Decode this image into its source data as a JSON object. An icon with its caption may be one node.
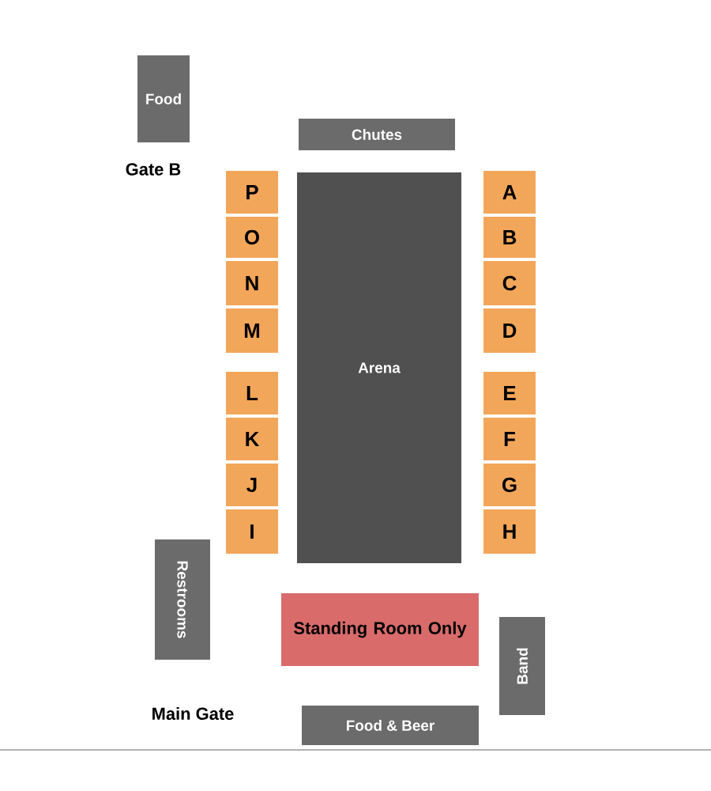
{
  "diagram": {
    "nodes": [
      {
        "text": [
          "Food"
        ]
      },
      {
        "text": [
          "Chutes"
        ]
      },
      {
        "text": [
          "Arena"
        ]
      },
      {
        "text": [
          "P"
        ]
      },
      {
        "text": [
          "O"
        ]
      },
      {
        "text": [
          "N"
        ]
      },
      {
        "text": [
          "M"
        ]
      },
      {
        "text": [
          "L"
        ]
      },
      {
        "text": [
          "K"
        ]
      },
      {
        "text": [
          "J"
        ]
      },
      {
        "text": [
          "I"
        ]
      },
      {
        "text": [
          "A"
        ]
      },
      {
        "text": [
          "B"
        ]
      },
      {
        "text": [
          "C"
        ]
      },
      {
        "text": [
          "D"
        ]
      },
      {
        "text": [
          "E"
        ]
      },
      {
        "text": [
          "F"
        ]
      },
      {
        "text": [
          "G"
        ]
      },
      {
        "text": [
          "H"
        ]
      },
      {
        "text": [
          "Restrooms"
        ]
      },
      {
        "text": [
          "Standing Room Only"
        ]
      },
      {
        "text": [
          "Band"
        ]
      },
      {
        "text": [
          "Food & Beer"
        ]
      }
    ],
    "labels": [
      "Gate B",
      "Main Gate"
    ]
  }
}
